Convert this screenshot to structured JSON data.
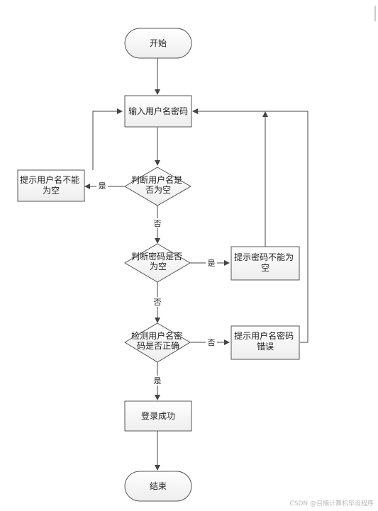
{
  "diagram": {
    "nodes": {
      "start": "开始",
      "input": "输入用户名密码",
      "check_user": [
        "判断用户名是",
        "否为空"
      ],
      "check_pass": [
        "判断密码是否",
        "为空"
      ],
      "verify": [
        "检测用户名密",
        "码是否正确"
      ],
      "tip_user": [
        "提示用户名不能",
        "为空"
      ],
      "tip_pass": [
        "提示密码不能为",
        "空"
      ],
      "tip_wrong": [
        "提示用户名密码",
        "错误"
      ],
      "success": "登录成功",
      "end": "结束"
    },
    "edges": {
      "yes": "是",
      "no": "否"
    }
  },
  "watermark": "CSDN @召楠计算机毕设程序",
  "colors": {
    "stroke": "#555555",
    "fill": "#f5f5f5"
  }
}
